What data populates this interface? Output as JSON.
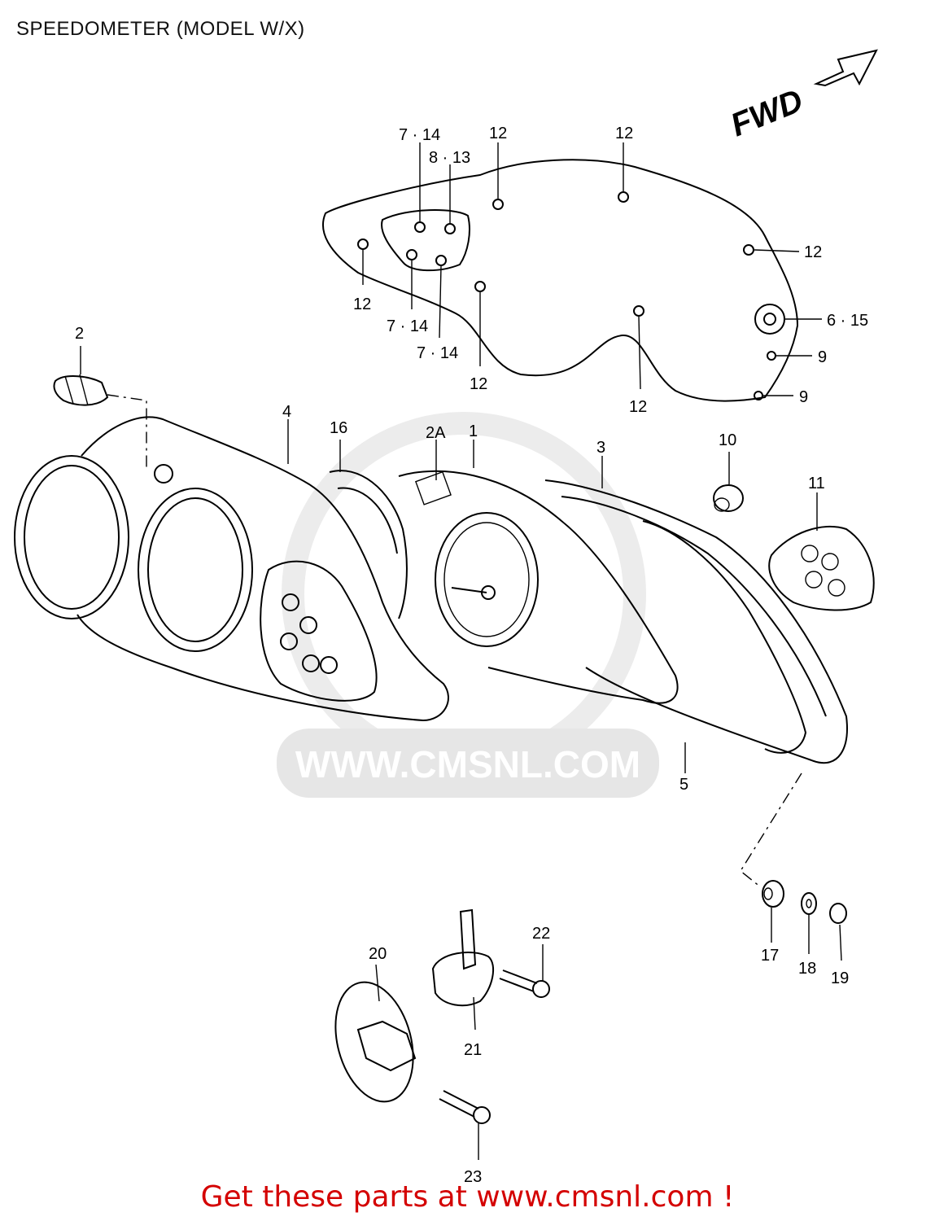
{
  "header": {
    "title": "SPEEDOMETER (MODEL W/X)"
  },
  "watermark": {
    "text": "WWW.CMSNL.COM"
  },
  "direction": {
    "label": "FWD"
  },
  "callouts": {
    "c7_14_top": "7 · 14",
    "c8_13": "8 · 13",
    "c12_a": "12",
    "c12_b": "12",
    "c12_c": "12",
    "c12_d": "12",
    "c12_e": "12",
    "c12_f": "12",
    "c7_14_mid": "7 · 14",
    "c7_14_low": "7 · 14",
    "c6_15": "6 · 15",
    "c9_a": "9",
    "c9_b": "9",
    "c2": "2",
    "c4": "4",
    "c16": "16",
    "c2A": "2A",
    "c1": "1",
    "c3": "3",
    "c10": "10",
    "c11": "11",
    "c5": "5",
    "c17": "17",
    "c18": "18",
    "c19": "19",
    "c20": "20",
    "c21": "21",
    "c22": "22",
    "c23": "23"
  },
  "footer": {
    "promo": "Get these parts at www.cmsnl.com !"
  }
}
